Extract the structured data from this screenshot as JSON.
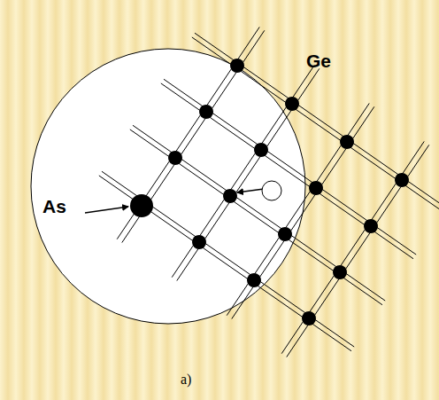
{
  "diagram": {
    "labels": [
      "As",
      "Ge",
      "a)"
    ]
  }
}
